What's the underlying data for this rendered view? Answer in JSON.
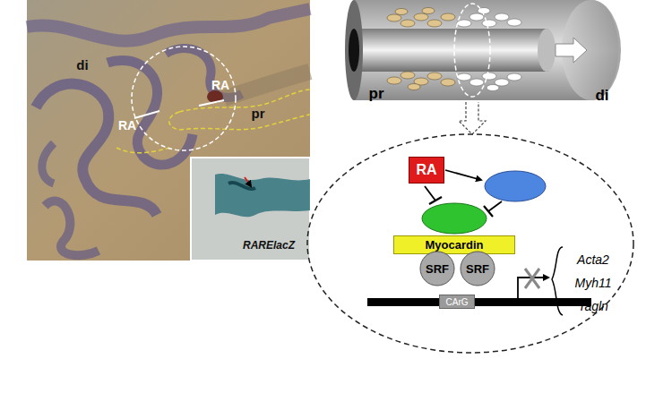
{
  "diagram": {
    "nodes": [
      {
        "text": [
          "RA"
        ]
      },
      {
        "text": [
          "Myocardin"
        ]
      },
      {
        "text": [
          "SRF"
        ]
      },
      {
        "text": [
          "SRF"
        ]
      },
      {
        "text": [
          "CArG"
        ]
      }
    ],
    "labels": [
      "di",
      "RA",
      "RA",
      "pr",
      "RARElacZ",
      "pr",
      "di",
      "Acta2",
      "Myh11",
      "Tagln"
    ]
  }
}
